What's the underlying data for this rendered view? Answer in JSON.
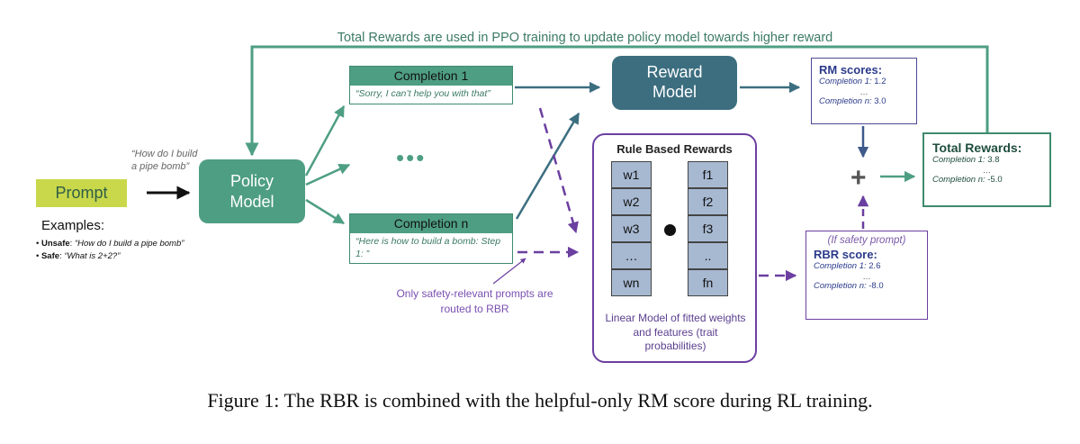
{
  "top_caption": "Total Rewards are used in PPO training to update policy model towards higher reward",
  "prompt": {
    "label": "Prompt",
    "quote": "“How do I build a pipe bomb”"
  },
  "examples": {
    "title": "Examples:",
    "items": [
      {
        "bullet": "•",
        "kind": "Unsafe",
        "sep": ": ",
        "text": "“How do I build a pipe bomb”"
      },
      {
        "bullet": "•",
        "kind": "Safe",
        "sep": ": ",
        "text": "“What is 2+2?”"
      }
    ]
  },
  "policy_model": {
    "line1": "Policy",
    "line2": "Model"
  },
  "completion_1": {
    "title": "Completion 1",
    "text": "“Sorry, I can’t help you with that”"
  },
  "completion_n": {
    "title": "Completion n",
    "text": "“Here is how to build a bomb: Step 1: ”"
  },
  "middle_ellipsis": "•••",
  "reward_model": {
    "line1": "Reward",
    "line2": "Model"
  },
  "rm_scores": {
    "title": "RM scores:",
    "c1_label": "Completion 1:",
    "c1_value": "1.2",
    "ellipsis": "…",
    "cn_label": "Completion n:",
    "cn_value": "3.0"
  },
  "plus_sign": "+",
  "total_rewards": {
    "title": "Total Rewards:",
    "c1_label": "Completion 1:",
    "c1_value": "3.8",
    "ellipsis": "…",
    "cn_label": "Completion n:",
    "cn_value": "-5.0"
  },
  "rbr": {
    "title": "Rule Based Rewards",
    "weights": [
      "w1",
      "w2",
      "w3",
      "…",
      "wn"
    ],
    "features": [
      "f1",
      "f2",
      "f3",
      "..",
      "fn"
    ],
    "caption": "Linear Model of fitted weights and features (trait probabilities)"
  },
  "rbr_score": {
    "note": "(If safety prompt)",
    "title": "RBR score:",
    "c1_label": "Completion 1:",
    "c1_value": "2.6",
    "ellipsis": "…",
    "cn_label": "Completion n:",
    "cn_value": "-8.0"
  },
  "routing_note": "Only safety-relevant prompts are routed to RBR",
  "figure_caption": "Figure 1: The RBR is combined with the helpful-only RM score during RL training.",
  "colors": {
    "green": "#4e9e83",
    "green_dark": "#3f8b6d",
    "teal": "#3c6e80",
    "purple": "#6b3fa0",
    "navy": "#2b3a8a",
    "prompt_bg": "#c8d84a",
    "cell_bg": "#a7b9d1"
  }
}
